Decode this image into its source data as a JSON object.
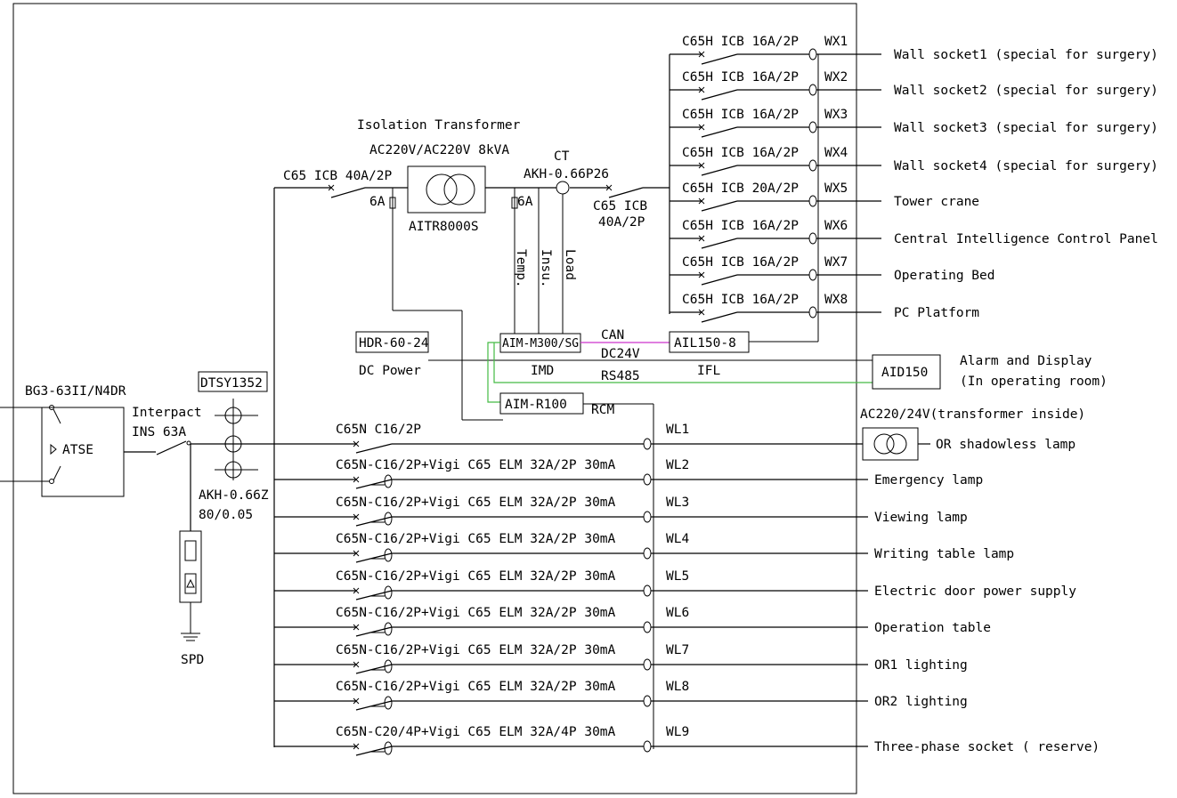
{
  "labels": {
    "atse_model": "BG3-63II/N4DR",
    "atse": "ATSE",
    "switch_name": "Interpact",
    "switch_rating": "INS 63A",
    "dtsy": "DTSY1352",
    "akh_z": "AKH-0.66Z",
    "akh_z_ratio": "80/0.05",
    "spd": "SPD",
    "main_breaker": "C65 ICB 40A/2P",
    "fuse_left": "6A",
    "fuse_right": "6A",
    "iso_title": "Isolation Transformer",
    "iso_rating": "AC220V/AC220V 8kVA",
    "iso_model": "AITR8000S",
    "ct": "CT",
    "ct_model": "AKH-0.66P26",
    "out_breaker_1": "C65 ICB",
    "out_breaker_2": "40A/2P",
    "temp": "Temp.",
    "insu": "Insu.",
    "load": "Load",
    "hdr": "HDR-60-24",
    "dc_power": "DC Power",
    "aim_m300": "AIM-M300/SG",
    "imd": "IMD",
    "can": "CAN",
    "dc24v": "DC24V",
    "rs485": "RS485",
    "ail150": "AIL150-8",
    "ifl": "IFL",
    "aid150": "AID150",
    "alarm_1": "Alarm and Display",
    "alarm_2": "(In operating room)",
    "aim_r100": "AIM-R100",
    "rcm": "RCM",
    "transformer_inside": "AC220/24V(transformer inside)"
  },
  "wx_circuits": [
    {
      "breaker": "C65H ICB 16A/2P",
      "id": "WX1",
      "load": "Wall socket1 (special for surgery)"
    },
    {
      "breaker": "C65H ICB 16A/2P",
      "id": "WX2",
      "load": "Wall socket2 (special for surgery)"
    },
    {
      "breaker": "C65H ICB 16A/2P",
      "id": "WX3",
      "load": "Wall socket3 (special for surgery)"
    },
    {
      "breaker": "C65H ICB 16A/2P",
      "id": "WX4",
      "load": "Wall socket4 (special for surgery)"
    },
    {
      "breaker": "C65H ICB 20A/2P",
      "id": "WX5",
      "load": "Tower crane"
    },
    {
      "breaker": "C65H ICB 16A/2P",
      "id": "WX6",
      "load": "Central Intelligence Control Panel"
    },
    {
      "breaker": "C65H ICB 16A/2P",
      "id": "WX7",
      "load": "Operating Bed"
    },
    {
      "breaker": "C65H ICB 16A/2P",
      "id": "WX8",
      "load": "PC Platform"
    }
  ],
  "wl_circuits": [
    {
      "breaker": "C65N C16/2P",
      "id": "WL1",
      "load": "OR shadowless lamp"
    },
    {
      "breaker": "C65N-C16/2P+Vigi C65 ELM 32A/2P 30mA",
      "id": "WL2",
      "load": "Emergency lamp"
    },
    {
      "breaker": "C65N-C16/2P+Vigi C65 ELM 32A/2P 30mA",
      "id": "WL3",
      "load": "Viewing lamp"
    },
    {
      "breaker": "C65N-C16/2P+Vigi C65 ELM 32A/2P 30mA",
      "id": "WL4",
      "load": "Writing table lamp"
    },
    {
      "breaker": "C65N-C16/2P+Vigi C65 ELM 32A/2P 30mA",
      "id": "WL5",
      "load": "Electric door power supply"
    },
    {
      "breaker": "C65N-C16/2P+Vigi C65 ELM 32A/2P 30mA",
      "id": "WL6",
      "load": "Operation table"
    },
    {
      "breaker": "C65N-C16/2P+Vigi C65 ELM 32A/2P 30mA",
      "id": "WL7",
      "load": "OR1 lighting"
    },
    {
      "breaker": "C65N-C16/2P+Vigi C65 ELM 32A/2P 30mA",
      "id": "WL8",
      "load": "OR2 lighting"
    },
    {
      "breaker": "C65N-C20/4P+Vigi C65 ELM 32A/4P 30mA",
      "id": "WL9",
      "load": "Three-phase socket ( reserve)"
    }
  ],
  "colors": {
    "line": "#000000",
    "can_bus": "#cc33cc",
    "rs485_bus": "#44bb44",
    "background": "#ffffff"
  }
}
